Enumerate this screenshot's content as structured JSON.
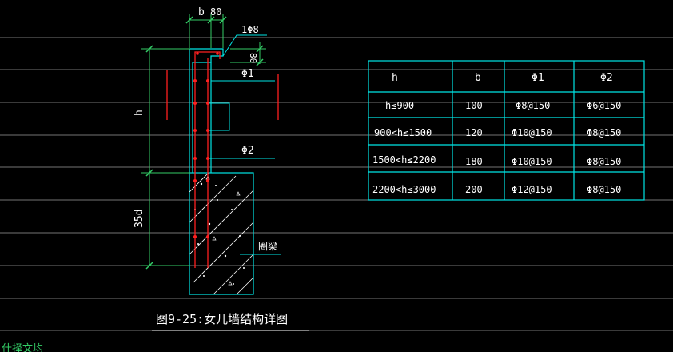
{
  "drawing": {
    "title": "图9-25:女儿墙结构详图",
    "dim_b": "b",
    "dim_80_top": "80",
    "dim_80_side": "80",
    "dim_h": "h",
    "dim_35d": "35d",
    "rebar_top": "1Φ8",
    "rebar_phi1": "Φ1",
    "rebar_phi2": "Φ2",
    "beam_label": "圈梁",
    "bottom_text": "什择文均"
  },
  "table": {
    "headers": [
      "h",
      "b",
      "Φ1",
      "Φ2"
    ],
    "rows": [
      [
        "h≤900",
        "100",
        "Φ8@150",
        "Φ6@150"
      ],
      [
        "900<h≤1500",
        "120",
        "Φ10@150",
        "Φ8@150"
      ],
      [
        "1500<h≤2200",
        "180",
        "Φ10@150",
        "Φ8@150"
      ],
      [
        "2200<h≤3000",
        "200",
        "Φ12@150",
        "Φ8@150"
      ]
    ]
  },
  "colors": {
    "background": "#000000",
    "grid_line": "#9a9a9a",
    "outline": "#00e5e5",
    "rebar": "#ff2020",
    "dimension": "#33cc66",
    "text": "#ffffff"
  }
}
